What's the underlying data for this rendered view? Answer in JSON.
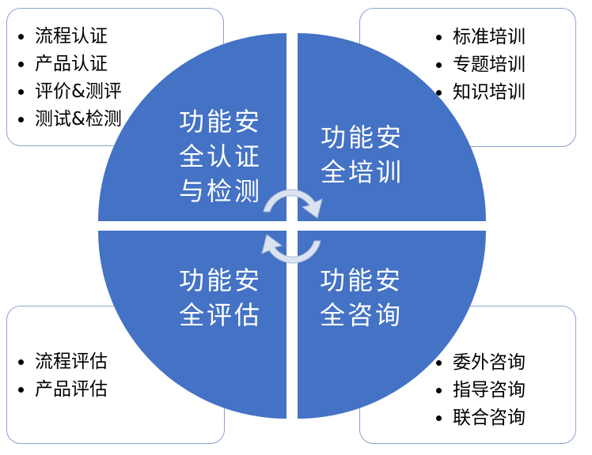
{
  "quadrants": {
    "top_left": {
      "lines": [
        "功能安",
        "全认证",
        "与检测"
      ]
    },
    "top_right": {
      "lines": [
        "功能安",
        "全培训"
      ]
    },
    "bottom_left": {
      "lines": [
        "功能安",
        "全评估"
      ]
    },
    "bottom_right": {
      "lines": [
        "功能安",
        "全咨询"
      ]
    }
  },
  "boxes": {
    "top_left": [
      "流程认证",
      "产品认证",
      "评价&测评",
      "测试&检测"
    ],
    "top_right": [
      "标准培训",
      "专题培训",
      "知识培训"
    ],
    "bottom_left": [
      "流程评估",
      "产品评估"
    ],
    "bottom_right": [
      "委外咨询",
      "指导咨询",
      "联合咨询"
    ]
  },
  "colors": {
    "circle_fill": "#4472c4",
    "box_border": "#8aa2cf",
    "arrow_fill": "#dbe3f1"
  }
}
